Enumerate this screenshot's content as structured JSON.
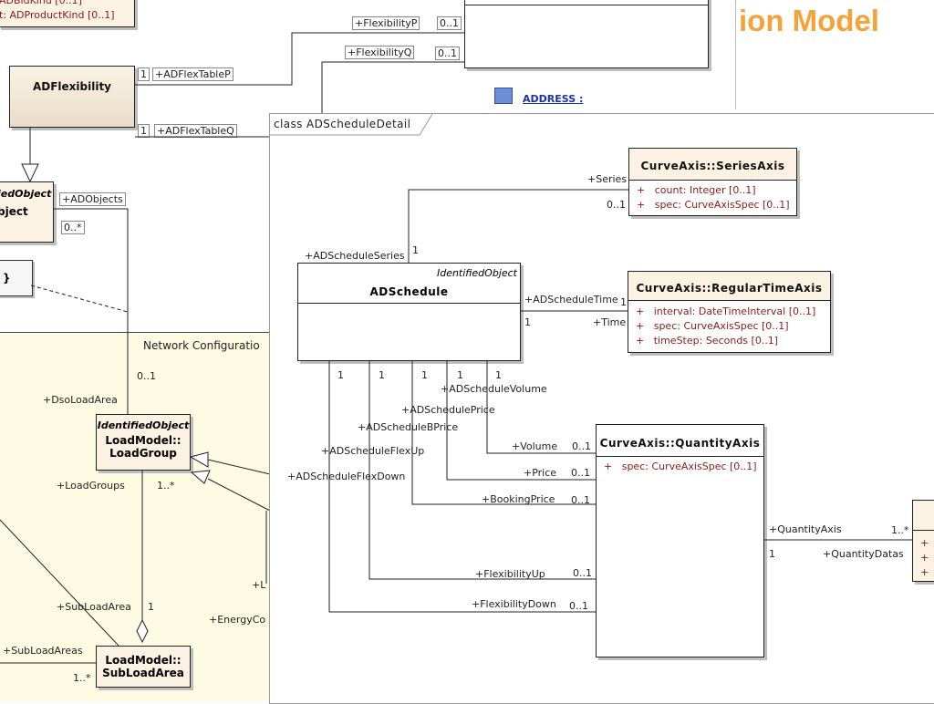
{
  "title_fragment": "ion Model",
  "address_link": "ADDRESS :",
  "network_label": "Network Configuratio",
  "background": {
    "top_attr_1": "ADBidKind [0..1]",
    "top_attr_2": "ADProductKind [0..1]",
    "flexibility_p": "+FlexibilityP",
    "flexibility_q": "+FlexibilityQ",
    "mult_p": "0..1",
    "mult_q": "0..1",
    "adflexibility": "ADFlexibility",
    "flex_table_p": "+ADFlexTableP",
    "flex_table_q": "+ADFlexTableQ",
    "one_p": "1",
    "one_q": "1",
    "identified_object_partial": "iedObject",
    "object_partial": "bject",
    "adobjects": "+ADObjects",
    "adobjects_mult": "0..*",
    "note_partial": "}",
    "mult_01": "0..1",
    "dso_load_area": "+DsoLoadArea",
    "lg_stereo": "IdentifiedObject",
    "lg_name1": "LoadModel::",
    "lg_name2": "LoadGroup",
    "load_groups": "+LoadGroups",
    "load_groups_mult": "1..*",
    "sub_load_area": "+SubLoadArea",
    "sub_load_area_mult": "1",
    "sub_load_areas": "+SubLoadAreas",
    "sub_load_areas_mult": "1..*",
    "sla_name1": "LoadModel::",
    "sla_name2": "SubLoadArea",
    "plus_l": "+L",
    "energy_partial": "+EnergyCo"
  },
  "frame_label": "class ADScheduleDetail",
  "classes": {
    "series_axis": {
      "name": "CurveAxis::SeriesAxis",
      "attrs": [
        "count:  Integer [0..1]",
        "spec:  CurveAxisSpec [0..1]"
      ]
    },
    "regular_time_axis": {
      "name": "CurveAxis::RegularTimeAxis",
      "attrs": [
        "interval:  DateTimeInterval [0..1]",
        "spec:  CurveAxisSpec [0..1]",
        "timeStep:  Seconds [0..1]"
      ]
    },
    "adschedule": {
      "stereotype": "IdentifiedObject",
      "name": "ADSchedule"
    },
    "quantity_axis": {
      "name": "CurveAxis::QuantityAxis",
      "attrs": [
        "spec:  CurveAxisSpec [0..1]"
      ]
    }
  },
  "attr_prefix": "+",
  "roles": {
    "series": "+Series",
    "series_mult": "0..1",
    "adschedule_series": "+ADScheduleSeries",
    "adschedule_series_mult": "1",
    "adschedule_time": "+ADScheduleTime",
    "adschedule_time_mult": "1",
    "time": "+Time",
    "time_mult": "1",
    "m1": "1",
    "m2": "1",
    "m3": "1",
    "m4": "1",
    "m5": "1",
    "volume_role": "+ADScheduleVolume",
    "price_role": "+ADSchedulePrice",
    "bprice_role": "+ADScheduleBPrice",
    "flexup_role": "+ADScheduleFlexUp",
    "flexdown_role": "+ADScheduleFlexDown",
    "volume": "+Volume",
    "volume_mult": "0..1",
    "price": "+Price",
    "price_mult": "0..1",
    "booking_price": "+BookingPrice",
    "booking_price_mult": "0..1",
    "flexibility_up": "+FlexibilityUp",
    "flexibility_up_mult": "0..1",
    "flexibility_down": "+FlexibilityDown",
    "flexibility_down_mult": "0..1",
    "quantity_axis": "+QuantityAxis",
    "quantity_axis_mult": "1..*",
    "quantity_datas": "+QuantityDatas",
    "quantity_datas_mult": "1"
  }
}
